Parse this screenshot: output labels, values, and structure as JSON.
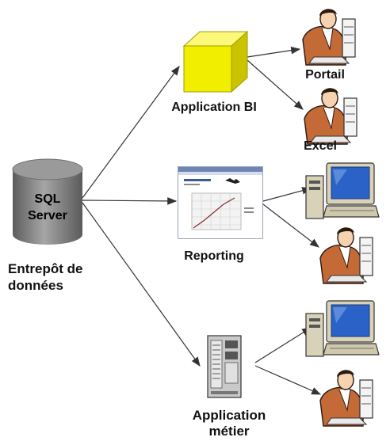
{
  "database": {
    "line1": "SQL",
    "line2": "Server",
    "caption_line1": "Entrepôt de",
    "caption_line2": "données"
  },
  "nodes": {
    "bi_app": "Application BI",
    "reporting": "Reporting",
    "business_app_line1": "Application",
    "business_app_line2": "métier"
  },
  "consumers": {
    "portal": "Portail",
    "excel": "Excel"
  },
  "colors": {
    "cube": "#f2ee00",
    "cylinder": "#8a8a8a",
    "monitor": "#2a62c8",
    "arrow": "#333333"
  }
}
